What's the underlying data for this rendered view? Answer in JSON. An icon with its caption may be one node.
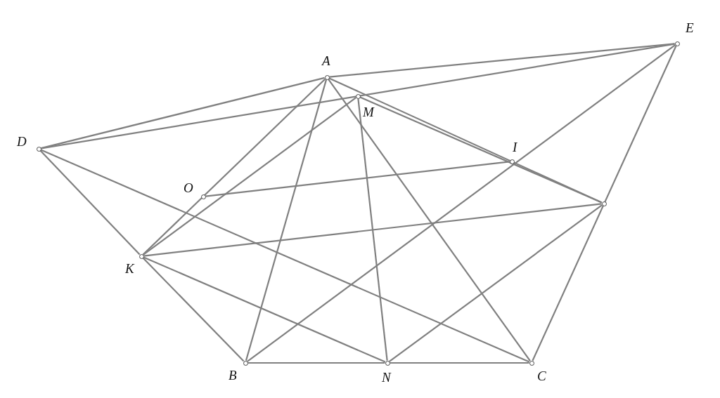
{
  "diagram": {
    "nodes": [
      {
        "text": [
          "E"
        ]
      },
      {
        "text": [
          "A"
        ]
      },
      {
        "text": [
          "M"
        ]
      },
      {
        "text": [
          "D"
        ]
      },
      {
        "text": [
          "I"
        ]
      },
      {
        "text": [
          "O"
        ]
      },
      {
        "text": [],
        "shape": "circle"
      },
      {
        "text": [
          "K"
        ]
      },
      {
        "text": [
          "B"
        ]
      },
      {
        "text": [
          "N"
        ]
      },
      {
        "text": [
          "C"
        ]
      }
    ],
    "edges": [
      {
        "from": 1,
        "to": 0,
        "arrow": "none"
      },
      {
        "from": 3,
        "to": 1,
        "arrow": "none"
      },
      {
        "from": 3,
        "to": 0,
        "arrow": "none"
      },
      {
        "from": 3,
        "to": 7,
        "arrow": "none"
      },
      {
        "from": 3,
        "to": 10,
        "arrow": "none"
      },
      {
        "from": 1,
        "to": 7,
        "arrow": "none"
      },
      {
        "from": 1,
        "to": 8,
        "arrow": "none"
      },
      {
        "from": 1,
        "to": 10,
        "arrow": "none"
      },
      {
        "from": 1,
        "to": 6,
        "arrow": "none"
      },
      {
        "from": 2,
        "to": 6,
        "arrow": "none"
      },
      {
        "from": 2,
        "to": 7,
        "arrow": "none"
      },
      {
        "from": 2,
        "to": 9,
        "arrow": "none"
      },
      {
        "from": 5,
        "to": 4,
        "arrow": "none"
      },
      {
        "from": 7,
        "to": 6,
        "arrow": "none"
      },
      {
        "from": 7,
        "to": 9,
        "arrow": "none"
      },
      {
        "from": 7,
        "to": 8,
        "arrow": "none"
      },
      {
        "from": 8,
        "to": 9,
        "arrow": "none"
      },
      {
        "from": 9,
        "to": 10,
        "arrow": "none"
      },
      {
        "from": 8,
        "to": 0,
        "arrow": "none"
      },
      {
        "from": 9,
        "to": 6,
        "arrow": "none"
      },
      {
        "from": 10,
        "to": 0,
        "arrow": "none"
      }
    ]
  }
}
